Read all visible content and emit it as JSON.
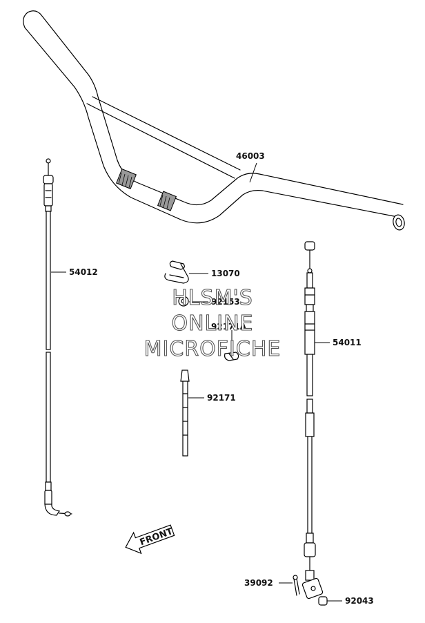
{
  "labels": {
    "handlebar": "46003",
    "clutch_cable": "54012",
    "throttle_cable": "54011",
    "clamp": "13070",
    "bolt": "92153",
    "clamp_small": "92171A",
    "band": "92171",
    "cotter_pin": "39092",
    "nut": "92043"
  },
  "front_arrow": "FRONT",
  "watermark": {
    "line1": "HLSM'S",
    "line2": "ONLINE",
    "line3": "MICROFICHE"
  }
}
